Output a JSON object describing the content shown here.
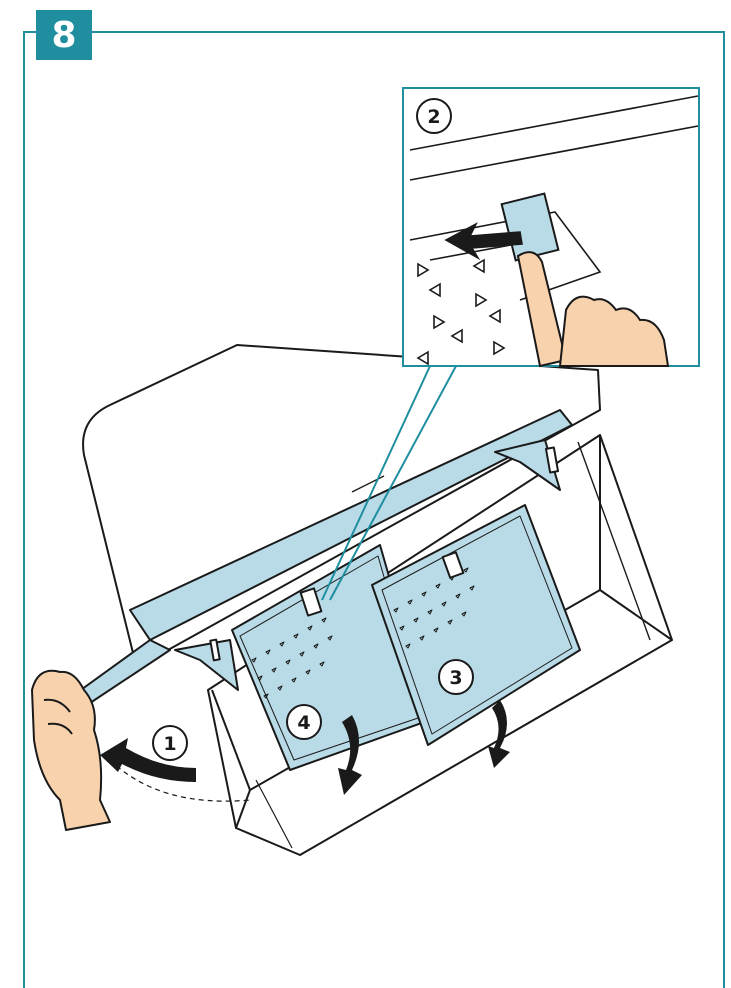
{
  "step": {
    "number": "8"
  },
  "callouts": {
    "c1": "1",
    "c2": "2",
    "c3": "3",
    "c4": "4"
  },
  "colors": {
    "accent": "#1f8fa0",
    "filter": "#b9dbe7",
    "skin": "#f7d2ad",
    "line": "#1a1a1a"
  },
  "icons": [
    "hand-pulling-icon",
    "finger-pressing-icon",
    "curved-arrow-icon",
    "filter-latch-icon"
  ]
}
